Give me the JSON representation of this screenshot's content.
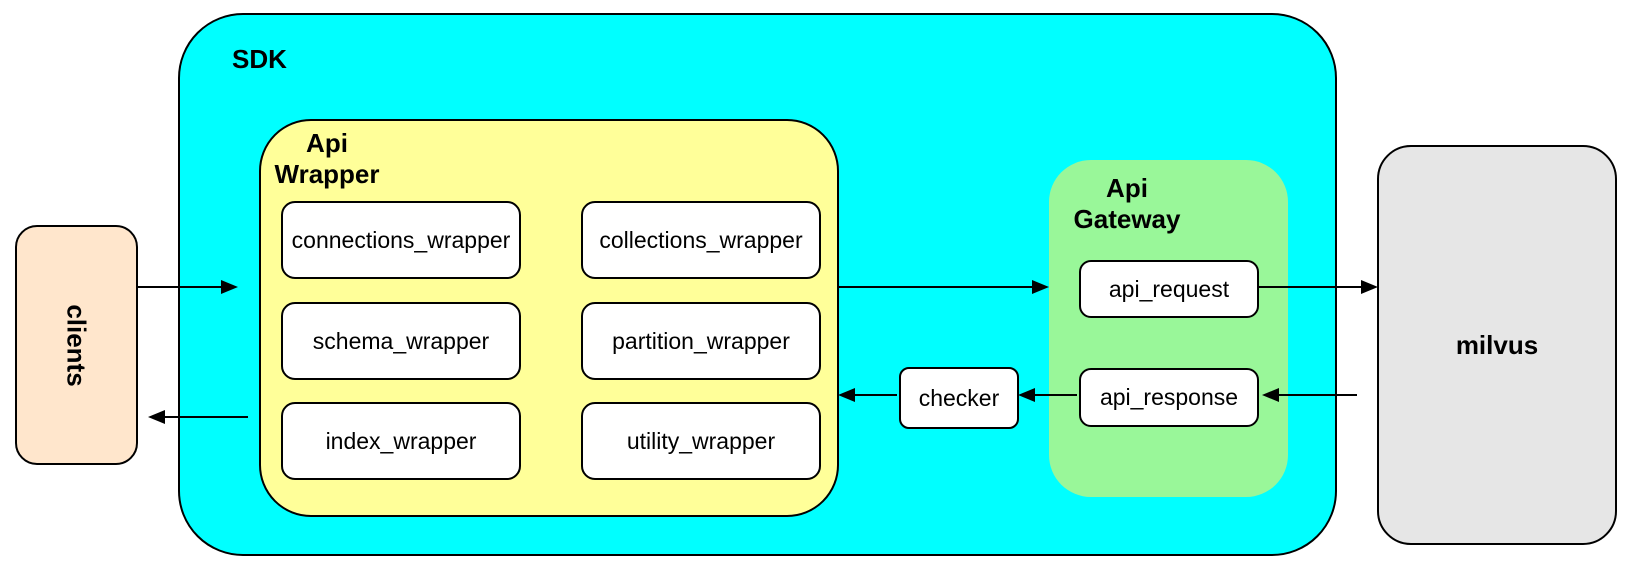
{
  "colors": {
    "sdk_fill": "#00ffff",
    "api_wrapper_fill": "#ffff99",
    "api_gateway_fill": "#99f799",
    "clients_fill": "#ffe6cc",
    "milvus_fill": "#e6e6e6",
    "node_fill": "#ffffff",
    "stroke": "#000000"
  },
  "containers": {
    "sdk": {
      "label": "SDK"
    },
    "api_wrapper": {
      "label": "Api\nWrapper"
    },
    "api_gateway": {
      "label": "Api\nGateway"
    }
  },
  "nodes": {
    "clients": {
      "label": "clients"
    },
    "connections_wrapper": {
      "label": "connections_wrapper"
    },
    "collections_wrapper": {
      "label": "collections_wrapper"
    },
    "schema_wrapper": {
      "label": "schema_wrapper"
    },
    "partition_wrapper": {
      "label": "partition_wrapper"
    },
    "index_wrapper": {
      "label": "index_wrapper"
    },
    "utility_wrapper": {
      "label": "utility_wrapper"
    },
    "checker": {
      "label": "checker"
    },
    "api_request": {
      "label": "api_request"
    },
    "api_response": {
      "label": "api_response"
    },
    "milvus": {
      "label": "milvus"
    }
  },
  "edges": [
    {
      "from": "clients",
      "to": "SDK"
    },
    {
      "from": "Api Wrapper",
      "to": "Api Gateway"
    },
    {
      "from": "api_request",
      "to": "milvus"
    },
    {
      "from": "milvus",
      "to": "api_response"
    },
    {
      "from": "api_response",
      "to": "checker"
    },
    {
      "from": "checker",
      "to": "Api Wrapper"
    },
    {
      "from": "Api Wrapper",
      "to": "clients"
    }
  ]
}
